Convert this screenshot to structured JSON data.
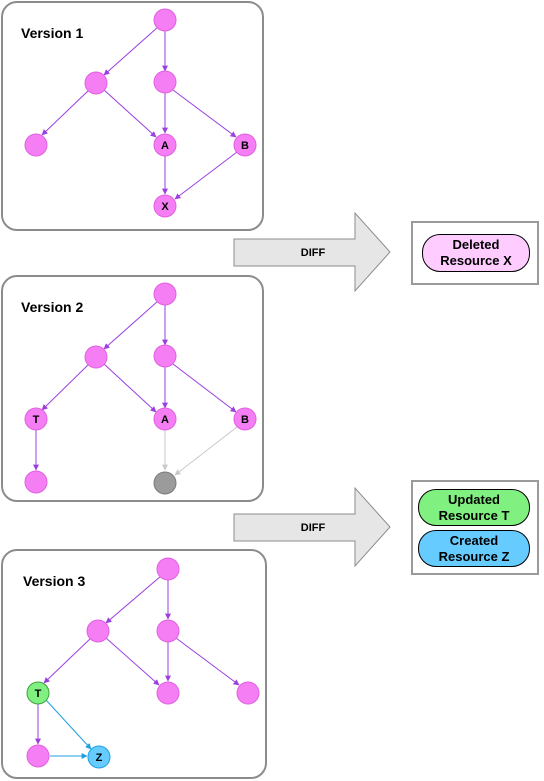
{
  "colors": {
    "node": "#f57ef5",
    "node_stroke": "#e060e0",
    "edge": "#9b3fe0",
    "removed_node": "#9b9b9b",
    "removed_edge": "#c9c9c9",
    "updated": "#80f080",
    "created": "#66ccff",
    "created_edge": "#1f9fe0",
    "deleted_pill": "#ffccff"
  },
  "panels": [
    {
      "title": "Version 1"
    },
    {
      "title": "Version 2"
    },
    {
      "title": "Version 3"
    }
  ],
  "arrows": [
    {
      "label": "DIFF"
    },
    {
      "label": "DIFF"
    }
  ],
  "results": [
    {
      "items": [
        {
          "line1": "Deleted",
          "line2": "Resource X"
        }
      ]
    },
    {
      "items": [
        {
          "line1": "Updated",
          "line2": "Resource T"
        },
        {
          "line1": "Created",
          "line2": "Resource Z"
        }
      ]
    }
  ],
  "node_labels": {
    "A": "A",
    "B": "B",
    "X": "X",
    "T": "T",
    "Z": "Z"
  }
}
